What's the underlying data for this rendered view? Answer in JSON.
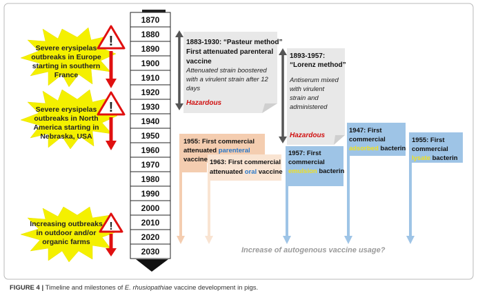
{
  "timeline": {
    "years": [
      "1870",
      "1880",
      "1890",
      "1900",
      "1910",
      "1920",
      "1930",
      "1940",
      "1950",
      "1960",
      "1970",
      "1980",
      "1990",
      "2000",
      "2010",
      "2020",
      "2030"
    ]
  },
  "outbreaks": [
    {
      "lines": [
        "Severe erysipelas",
        "outbreaks in Europe",
        "starting in southern",
        "France"
      ]
    },
    {
      "lines": [
        "Severe erysipelas",
        "outbreaks in North",
        "America starting in",
        "Nebraska, USA"
      ]
    },
    {
      "lines": [
        "Increasing outbreaks",
        "in outdoor and/or",
        "organic farms"
      ]
    }
  ],
  "pasteur": {
    "line1": "1883-1930: “Pasteur method”",
    "line2": "First attenuated parenteral",
    "line3": "vaccine",
    "italic1": "Attenuated strain  boostered",
    "italic2": "with a virulent strain after 12",
    "italic3": "days",
    "hazard": "Hazardous"
  },
  "lorenz": {
    "line1": "1893-1957:",
    "line2": "“Lorenz method”",
    "italic1": "Antiserum mixed",
    "italic2": "with virulent",
    "italic3": "strain and",
    "italic4": "administered",
    "hazard": "Hazardous"
  },
  "flags": {
    "f1955p_line1": "1955: First commercial",
    "f1955p_line2a": "attenuated ",
    "f1955p_line2b": "parenteral",
    "f1955p_line3": "vaccine",
    "f1963_line1": "1963: First commercial",
    "f1963_line2a": "attenuated ",
    "f1963_line2b": "oral",
    "f1963_line2c": " vaccine",
    "f1957_line1": "1957: First",
    "f1957_line2": "commercial",
    "f1957_line3a": "emulsion",
    "f1957_line3b": " bacterin",
    "f1947_line1": "1947: First",
    "f1947_line2": "commercial",
    "f1947_line3a": "adsorbed",
    "f1947_line3b": " bacterin",
    "f1955l_line1": "1955: First",
    "f1955l_line2": "commercial",
    "f1955l_line3a": "lysate",
    "f1955l_line3b": " bacterin"
  },
  "autogenous": "Increase of autogenous vaccine  usage?",
  "caption": {
    "label": "FIGURE 4 |",
    "text1": " Timeline and milestones of ",
    "species": "E. rhusiopathiae",
    "text2": " vaccine development in pigs."
  },
  "colors": {
    "frame": "#b8b8b8",
    "burst": "#f4f000",
    "warning_red": "#e01010",
    "peach": "#f4cdb0",
    "peach_light": "#f9e4d2",
    "blue": "#9ec4e6",
    "gray_note": "#e8e8e8",
    "gray_note_dark": "#cfcfcf",
    "hazard_red": "#d01010",
    "parenteral_blue": "#2a78c8",
    "yellow_text": "#f0e020"
  }
}
